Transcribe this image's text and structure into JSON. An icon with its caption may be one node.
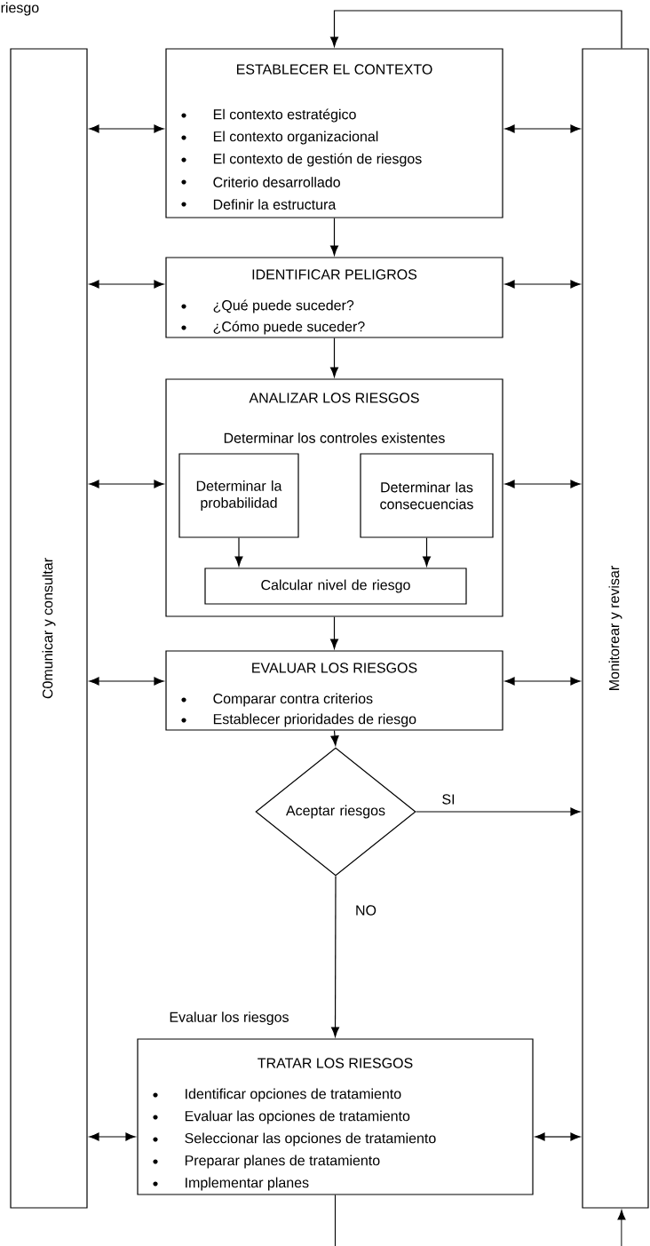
{
  "diagram": {
    "nodes": [
      {
        "text": [
          "C0municar y consultar"
        ]
      },
      {
        "text": [
          "Monitorear y revisar"
        ]
      },
      {
        "text": [
          "ESTABLECER EL CONTEXTO",
          "El contexto estratégico",
          "El contexto organizacional",
          "El contexto de gestión de riesgos",
          "Criterio desarrollado",
          "Definir la estructura"
        ]
      },
      {
        "text": [
          "IDENTIFICAR PELIGROS",
          "¿Qué puede suceder?",
          "¿Cómo puede suceder?"
        ]
      },
      {
        "text": [
          "ANALIZAR LOS RIESGOS",
          "Determinar los controles existentes"
        ]
      },
      {
        "text": [
          "Determinar la probabilidad"
        ],
        "in": 4
      },
      {
        "text": [
          "Determinar las consecuencias"
        ],
        "in": 4
      },
      {
        "text": [
          "Calcular nivel de riesgo"
        ],
        "in": 4
      },
      {
        "text": [
          "EVALUAR LOS RIESGOS",
          "Comparar contra criterios",
          "Establecer prioridades de riesgo"
        ]
      },
      {
        "text": [
          "Aceptar riesgos"
        ]
      },
      {
        "text": [
          "TRATAR LOS RIESGOS",
          "Identificar opciones de tratamiento",
          "Evaluar las opciones de tratamiento",
          "Seleccionar las opciones de tratamiento",
          "Preparar planes de tratamiento",
          "Implementar planes"
        ],
        "beside": [
          "Evaluar los riesgos"
        ]
      }
    ],
    "edges": [
      {
        "from": 1,
        "to": 2,
        "arrow": "to"
      },
      {
        "from": 0,
        "to": 2,
        "arrow": "both"
      },
      {
        "from": 2,
        "to": 1,
        "arrow": "both"
      },
      {
        "from": 2,
        "to": 3,
        "arrow": "to"
      },
      {
        "from": 0,
        "to": 3,
        "arrow": "both"
      },
      {
        "from": 3,
        "to": 1,
        "arrow": "both"
      },
      {
        "from": 3,
        "to": 4,
        "arrow": "to"
      },
      {
        "from": 0,
        "to": 4,
        "arrow": "both"
      },
      {
        "from": 4,
        "to": 1,
        "arrow": "both"
      },
      {
        "from": 5,
        "to": 7,
        "arrow": "to"
      },
      {
        "from": 6,
        "to": 7,
        "arrow": "to"
      },
      {
        "from": 4,
        "to": 8,
        "arrow": "to"
      },
      {
        "from": 0,
        "to": 8,
        "arrow": "both"
      },
      {
        "from": 8,
        "to": 1,
        "arrow": "both"
      },
      {
        "from": 8,
        "to": 9,
        "arrow": "to"
      },
      {
        "from": 9,
        "to": 1,
        "arrow": "to",
        "label": "SI"
      },
      {
        "from": 9,
        "to": 10,
        "arrow": "to",
        "label": "NO"
      },
      {
        "from": 0,
        "to": 10,
        "arrow": "both"
      },
      {
        "from": 10,
        "to": 1,
        "arrow": "both"
      },
      {
        "from": 10,
        "to": null,
        "arrow": "none"
      },
      {
        "from": null,
        "to": 1,
        "arrow": "to"
      }
    ],
    "labels": [
      "riesgo"
    ]
  }
}
